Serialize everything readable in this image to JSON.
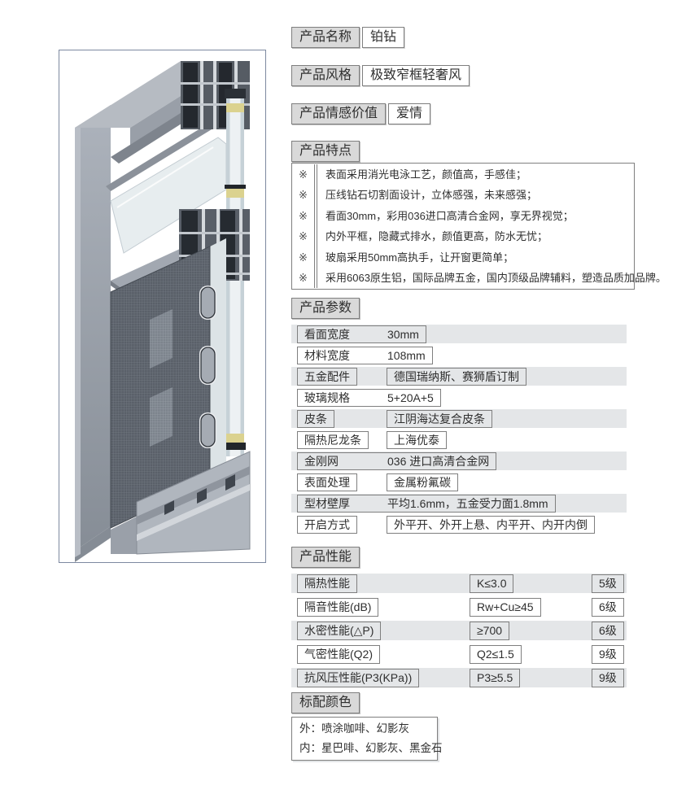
{
  "theme": {
    "label_bg": "#d9d9d9",
    "box_border": "#7f7f7f",
    "row_stripe": "#e4e6e8",
    "text": "#2f2f2f",
    "image_border": "#7d89a0",
    "aluminum_gray": "#a5abb4",
    "gasket_dark": "#2b3036",
    "sealant_yellow": "#dbd28f"
  },
  "product_image": {
    "description": "铝合金门窗型材三维剖面渲染图"
  },
  "info_rows": [
    {
      "label": "产品名称",
      "value": "铂钻"
    },
    {
      "label": "产品风格",
      "value": "极致窄框轻奢风"
    },
    {
      "label": "产品情感价值",
      "value": "爱情"
    }
  ],
  "features": {
    "title": "产品特点",
    "marker": "※",
    "items": [
      "表面采用消光电泳工艺，颜值高，手感佳；",
      "压线钻石切割面设计，立体感强，未来感强；",
      "看面30mm，彩用036进口高清合金网，享无界视觉；",
      "内外平框，隐藏式排水，颜值更高，防水无忧；",
      "玻扇采用50mm高执手，让开窗更简单；",
      "采用6063原生铝，国际品牌五金，国内顶级品牌辅料，塑造品质加品牌。"
    ]
  },
  "parameters": {
    "title": "产品参数",
    "rows": [
      {
        "label": "看面宽度",
        "value": "30mm",
        "combined": true
      },
      {
        "label": "材料宽度",
        "value": "108mm",
        "combined": true
      },
      {
        "label": "五金配件",
        "value": "德国瑞纳斯、赛狮盾订制",
        "combined": false
      },
      {
        "label": "玻璃规格",
        "value": "5+20A+5",
        "combined": true
      },
      {
        "label": "皮条",
        "value": "江阴海达复合皮条",
        "combined": false
      },
      {
        "label": "隔热尼龙条",
        "value": "上海优泰",
        "combined": false
      },
      {
        "label": "金刚网",
        "value": "036 进口高清合金网",
        "combined": true
      },
      {
        "label": "表面处理",
        "value": "金属粉氟碳",
        "combined": false
      },
      {
        "label": "型材壁厚",
        "value": "平均1.6mm，五金受力面1.8mm",
        "combined": true
      },
      {
        "label": "开启方式",
        "value": "外平开、外开上悬、内平开、内开内倒",
        "combined": false
      }
    ]
  },
  "performance": {
    "title": "产品性能",
    "rows": [
      {
        "label": "隔热性能",
        "value": "K≤3.0",
        "grade": "5级"
      },
      {
        "label": "隔音性能(dB)",
        "value": "Rw+Cu≥45",
        "grade": "6级"
      },
      {
        "label": "水密性能(△P)",
        "value": "≥700",
        "grade": "6级"
      },
      {
        "label": "气密性能(Q2)",
        "value": "Q2≤1.5",
        "grade": "9级"
      },
      {
        "label": "抗风压性能(P3(KPa))",
        "value": "P3≥5.5",
        "grade": "9级"
      }
    ]
  },
  "colors_section": {
    "title": "标配颜色",
    "lines": [
      "外：喷涂咖啡、幻影灰",
      "内：星巴啡、幻影灰、黑金石"
    ]
  }
}
